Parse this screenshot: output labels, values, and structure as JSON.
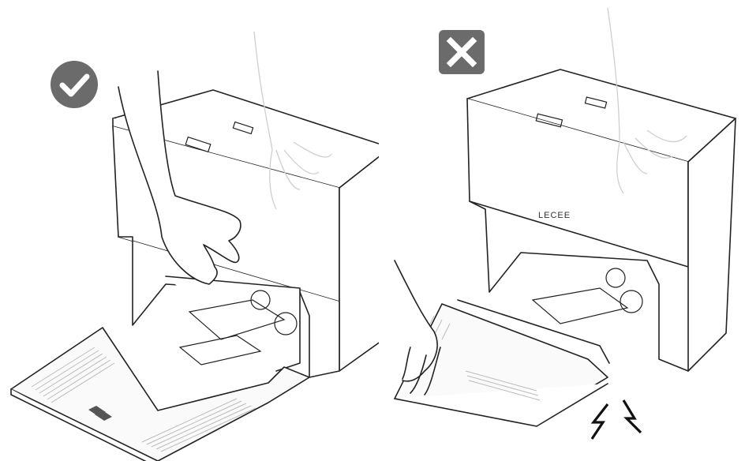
{
  "figure": {
    "left_panel": {
      "verdict": "correct",
      "badge_icon": "checkmark-circle-icon",
      "badge_color": "#6b6b6b"
    },
    "right_panel": {
      "verdict": "incorrect",
      "badge_icon": "close-square-icon",
      "badge_color": "#6b6b6b",
      "brand_label": "LECEE"
    }
  }
}
